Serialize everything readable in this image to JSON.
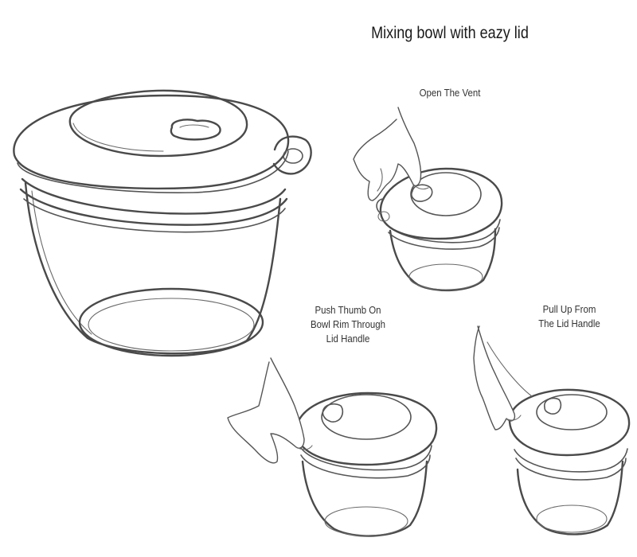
{
  "title": "Mixing bowl with eazy lid",
  "steps": [
    {
      "lines": [
        "Open The Vent"
      ]
    },
    {
      "lines": [
        "Push Thumb On",
        "Bowl Rim Through",
        "Lid Handle"
      ]
    },
    {
      "lines": [
        "Pull Up From",
        "The Lid Handle"
      ]
    }
  ]
}
